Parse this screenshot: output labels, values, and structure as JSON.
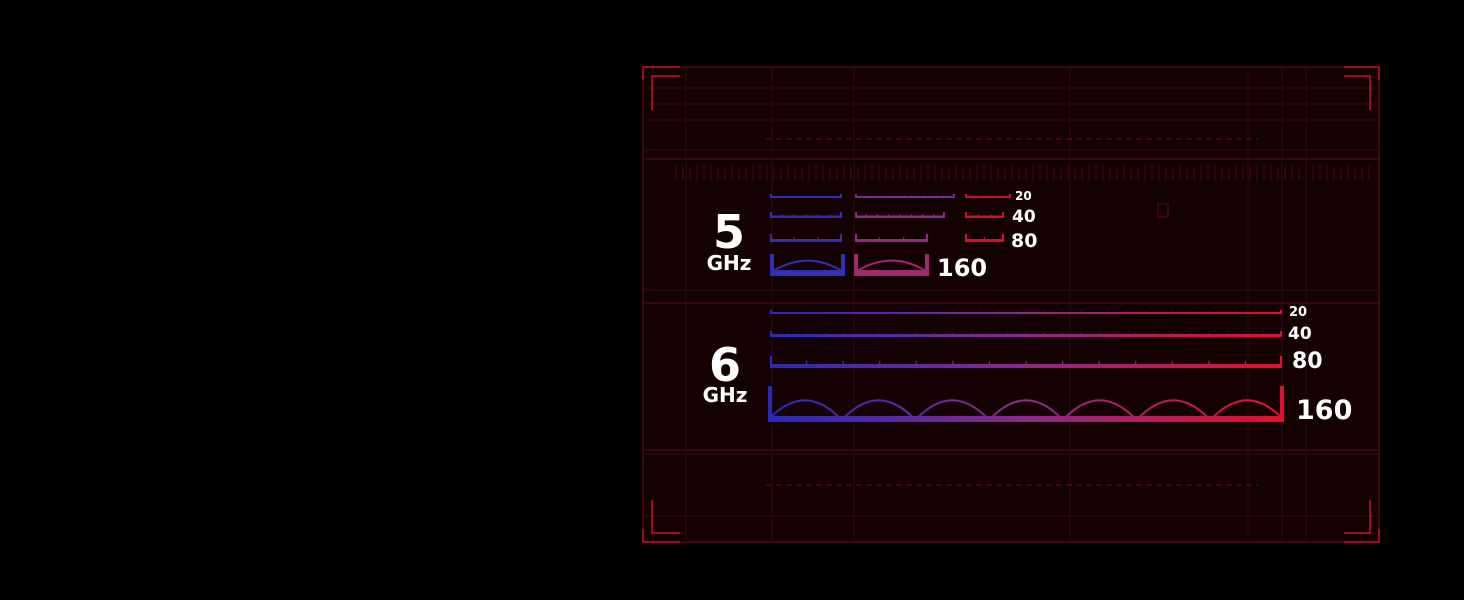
{
  "colors": {
    "background": "#000000",
    "frame": "#c8102e",
    "panel": "#140203",
    "gradient_start": "#2a2ab8",
    "gradient_mid": "#8a2a8a",
    "gradient_end": "#e0102a"
  },
  "bands": [
    {
      "number": "5",
      "unit": "GHz",
      "widths": [
        {
          "label": "20"
        },
        {
          "label": "40"
        },
        {
          "label": "80"
        },
        {
          "label": "160"
        }
      ]
    },
    {
      "number": "6",
      "unit": "GHz",
      "widths": [
        {
          "label": "20"
        },
        {
          "label": "40"
        },
        {
          "label": "80"
        },
        {
          "label": "160"
        }
      ]
    }
  ]
}
